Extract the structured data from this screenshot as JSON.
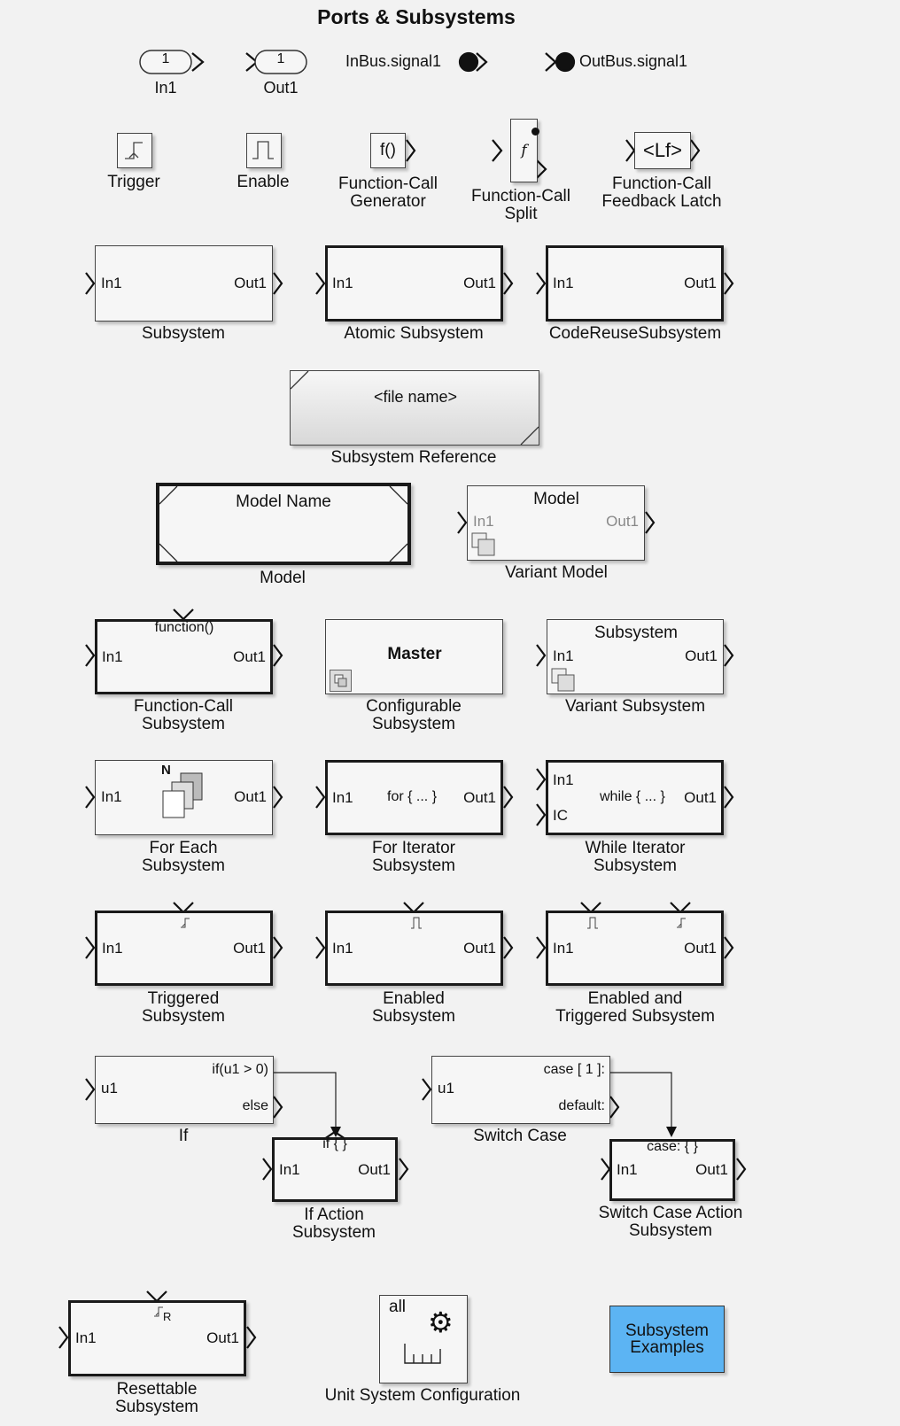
{
  "title": "Ports & Subsystems",
  "ports": {
    "in1": {
      "num": "1",
      "label": "In1"
    },
    "out1": {
      "num": "1",
      "label": "Out1"
    },
    "inbus": "InBus.signal1",
    "outbus": "OutBus.signal1"
  },
  "row2": {
    "trigger": "Trigger",
    "enable": "Enable",
    "fcg_glyph": "f()",
    "fcg": "Function-Call\nGenerator",
    "fcs_glyph": "f",
    "fcs": "Function-Call\nSplit",
    "latch_glyph": "<Lf>",
    "latch": "Function-Call\nFeedback Latch"
  },
  "common": {
    "in1": "In1",
    "out1": "Out1",
    "ic": "IC",
    "u1": "u1"
  },
  "subsystem": "Subsystem",
  "atomic": "Atomic Subsystem",
  "codereuse": "CodeReuseSubsystem",
  "subref": {
    "text": "<file name>",
    "label": "Subsystem Reference"
  },
  "model": {
    "text": "Model Name",
    "label": "Model"
  },
  "variant_model": {
    "text": "Model",
    "label": "Variant Model"
  },
  "fcsub": {
    "text": "function()",
    "label": "Function-Call\nSubsystem"
  },
  "configurable": {
    "text": "Master",
    "label": "Configurable\nSubsystem"
  },
  "variant_sub": {
    "text": "Subsystem",
    "label": "Variant Subsystem"
  },
  "foreach": {
    "n": "N",
    "label": "For Each\nSubsystem"
  },
  "foriter": {
    "text": "for { ... }",
    "label": "For Iterator\nSubsystem"
  },
  "whileiter": {
    "text": "while { ... }",
    "label": "While Iterator\nSubsystem"
  },
  "triggered": "Triggered\nSubsystem",
  "enabled": "Enabled\nSubsystem",
  "entrig": "Enabled and\nTriggered Subsystem",
  "ifblk": {
    "cond": "if(u1 > 0)",
    "else": "else",
    "label": "If"
  },
  "ifaction": {
    "text": "if { }",
    "label": "If Action\nSubsystem"
  },
  "switchcase": {
    "case": "case [ 1 ]:",
    "default": "default:",
    "label": "Switch Case"
  },
  "caseaction": {
    "text": "case: { }",
    "label": "Switch Case Action\nSubsystem"
  },
  "resettable": {
    "r": "R",
    "label": "Resettable\nSubsystem"
  },
  "unitsys": {
    "text": "all",
    "label": "Unit System Configuration"
  },
  "examples": {
    "line1": "Subsystem",
    "line2": "Examples"
  }
}
